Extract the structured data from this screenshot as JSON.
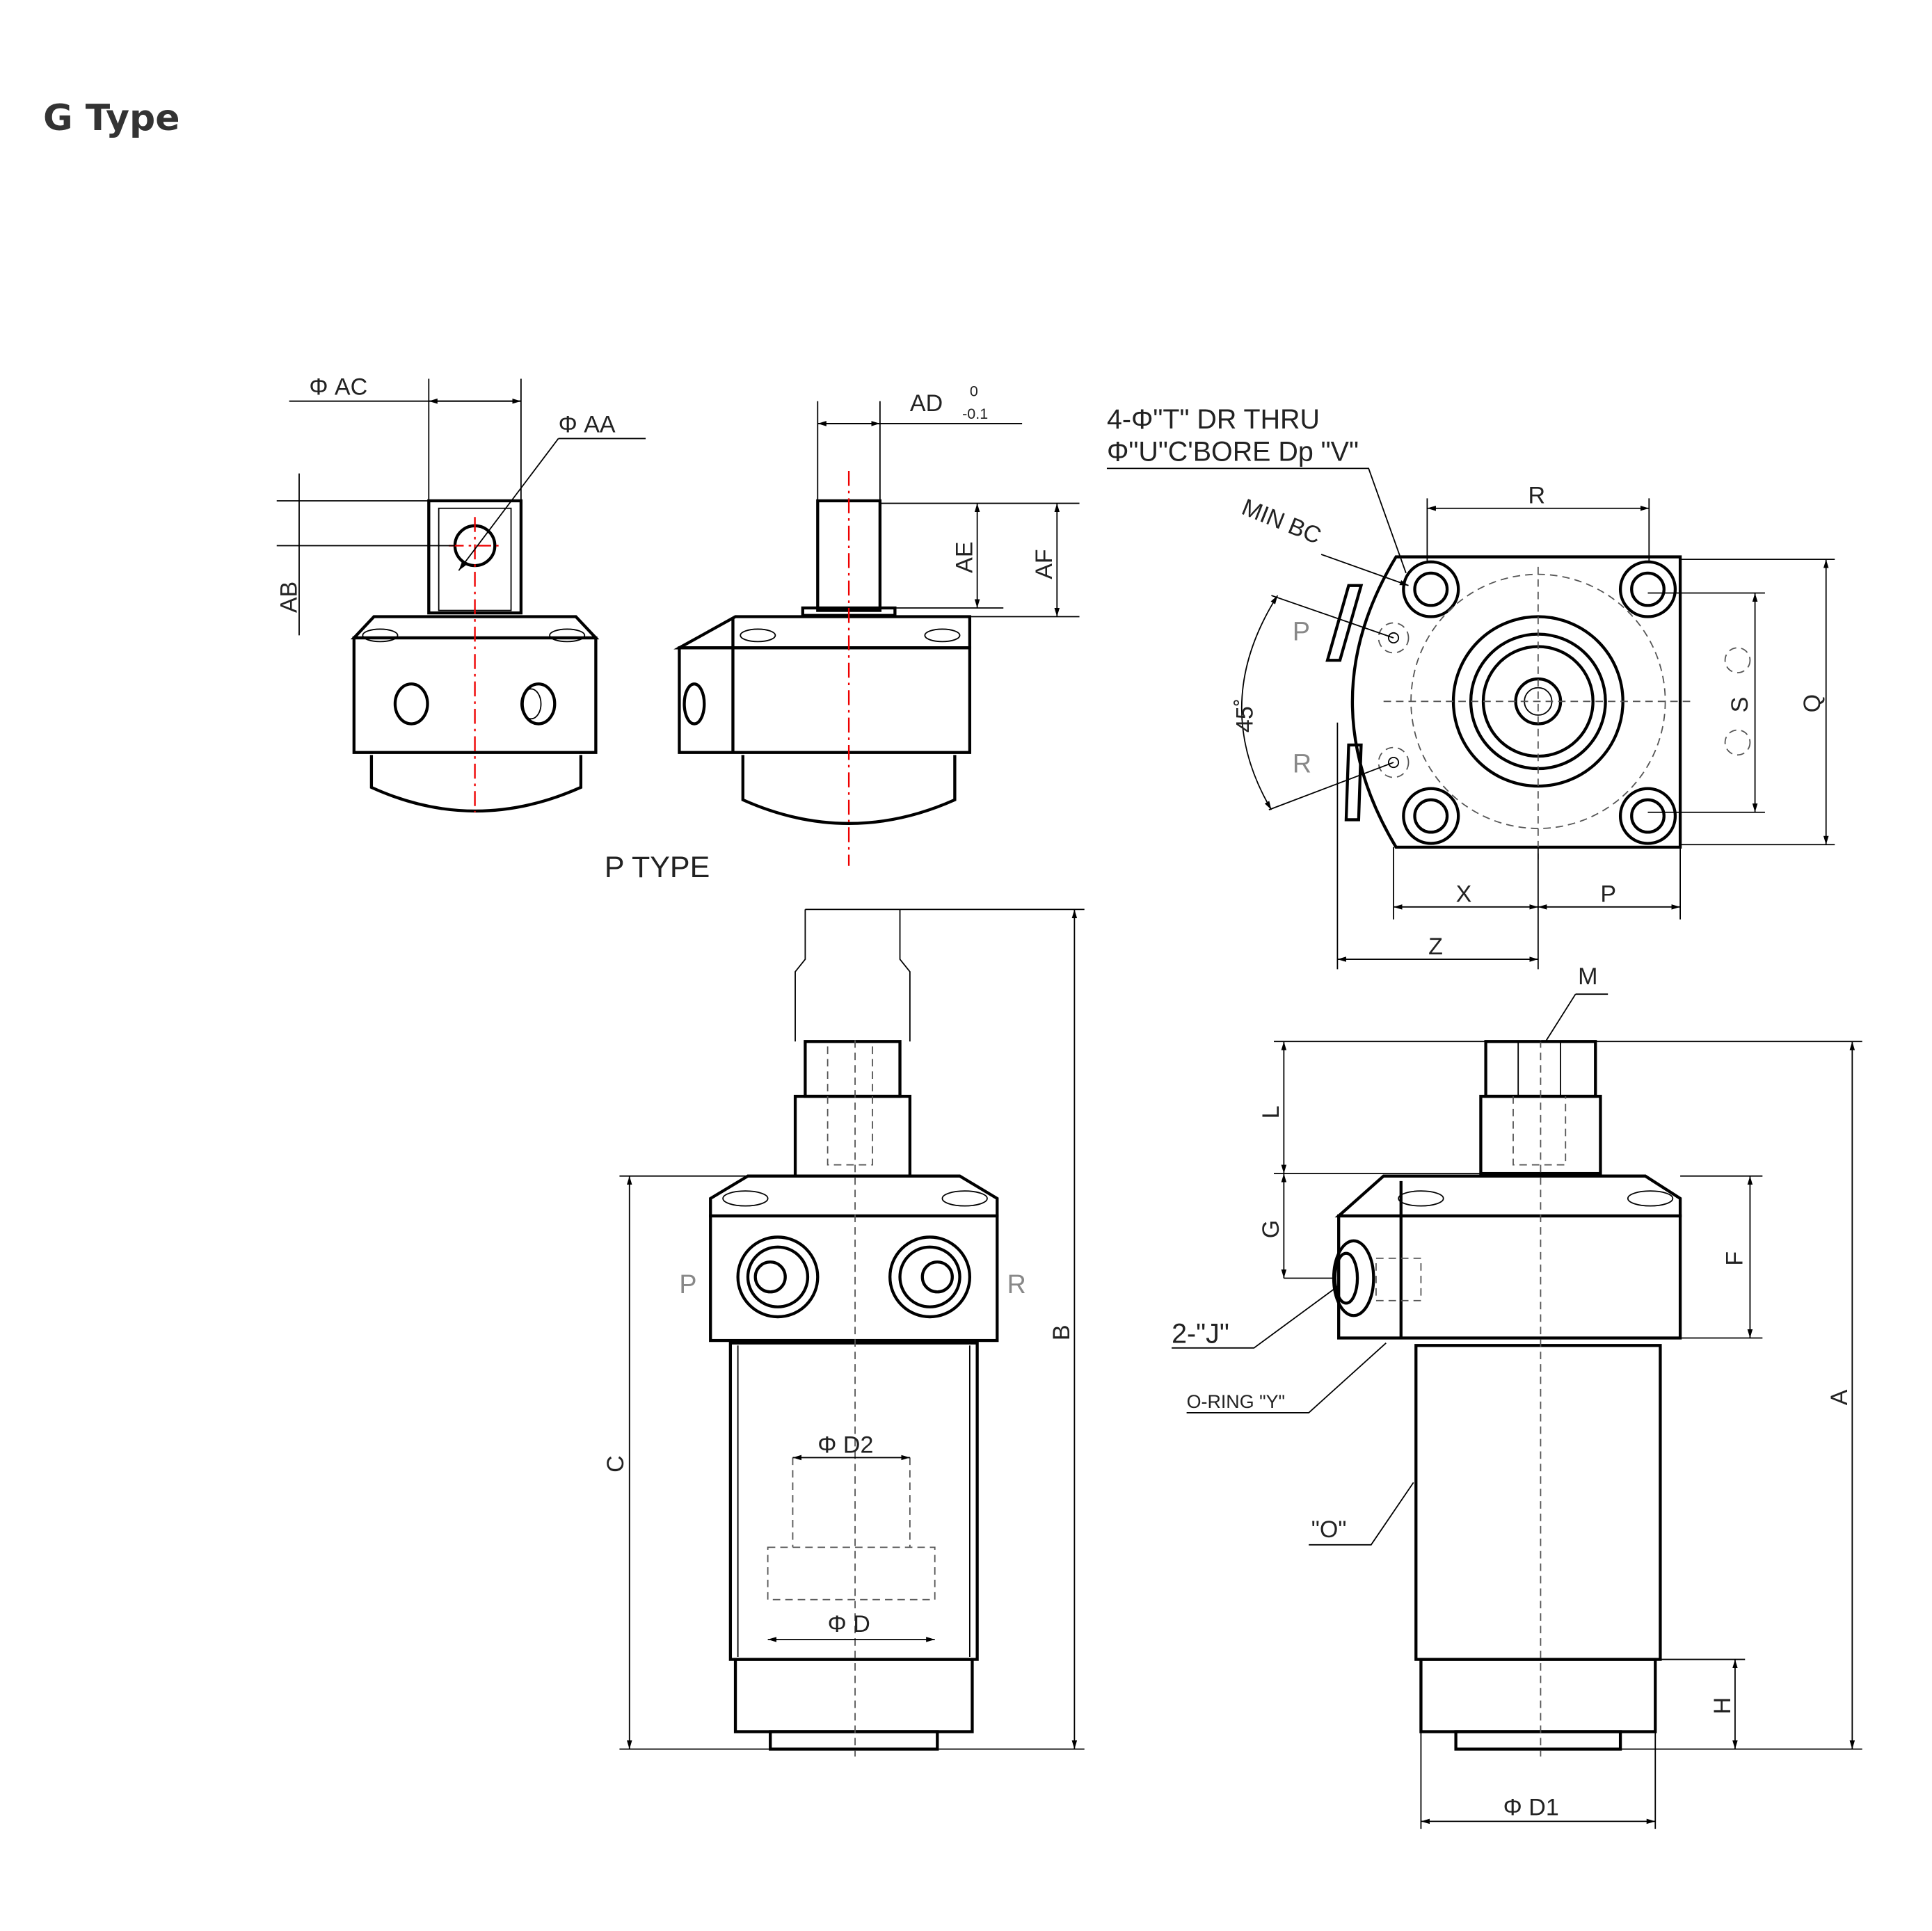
{
  "title": "G Type",
  "views": {
    "p_type": {
      "caption": "P TYPE",
      "phi_ac": "Φ AC",
      "phi_aa": "Φ AA",
      "ab": "AB",
      "ad": "AD",
      "ad_tol_upper": "0",
      "ad_tol_lower": "-0.1",
      "ae": "AE",
      "af": "AF"
    },
    "top": {
      "note_line1": "4-Φ\"T\" DR THRU",
      "note_line2": "Φ\"U\"C'BORE Dp \"V\"",
      "min_bc": "MIN BC",
      "angle": "45˚",
      "port_p": "P",
      "port_r": "R",
      "r": "R",
      "q": "Q",
      "s": "S",
      "x": "X",
      "p": "P",
      "z": "Z"
    },
    "front": {
      "port_p": "P",
      "port_r": "R",
      "b": "B",
      "c": "C",
      "phi_d2": "Φ D2",
      "phi_d": "Φ D"
    },
    "side": {
      "m": "M",
      "l": "L",
      "g": "G",
      "f": "F",
      "a": "A",
      "h": "H",
      "j": "2-\"J\"",
      "oring": "O-RING \"Y\"",
      "o": "\"O\"",
      "phi_d1": "Φ D1"
    }
  }
}
